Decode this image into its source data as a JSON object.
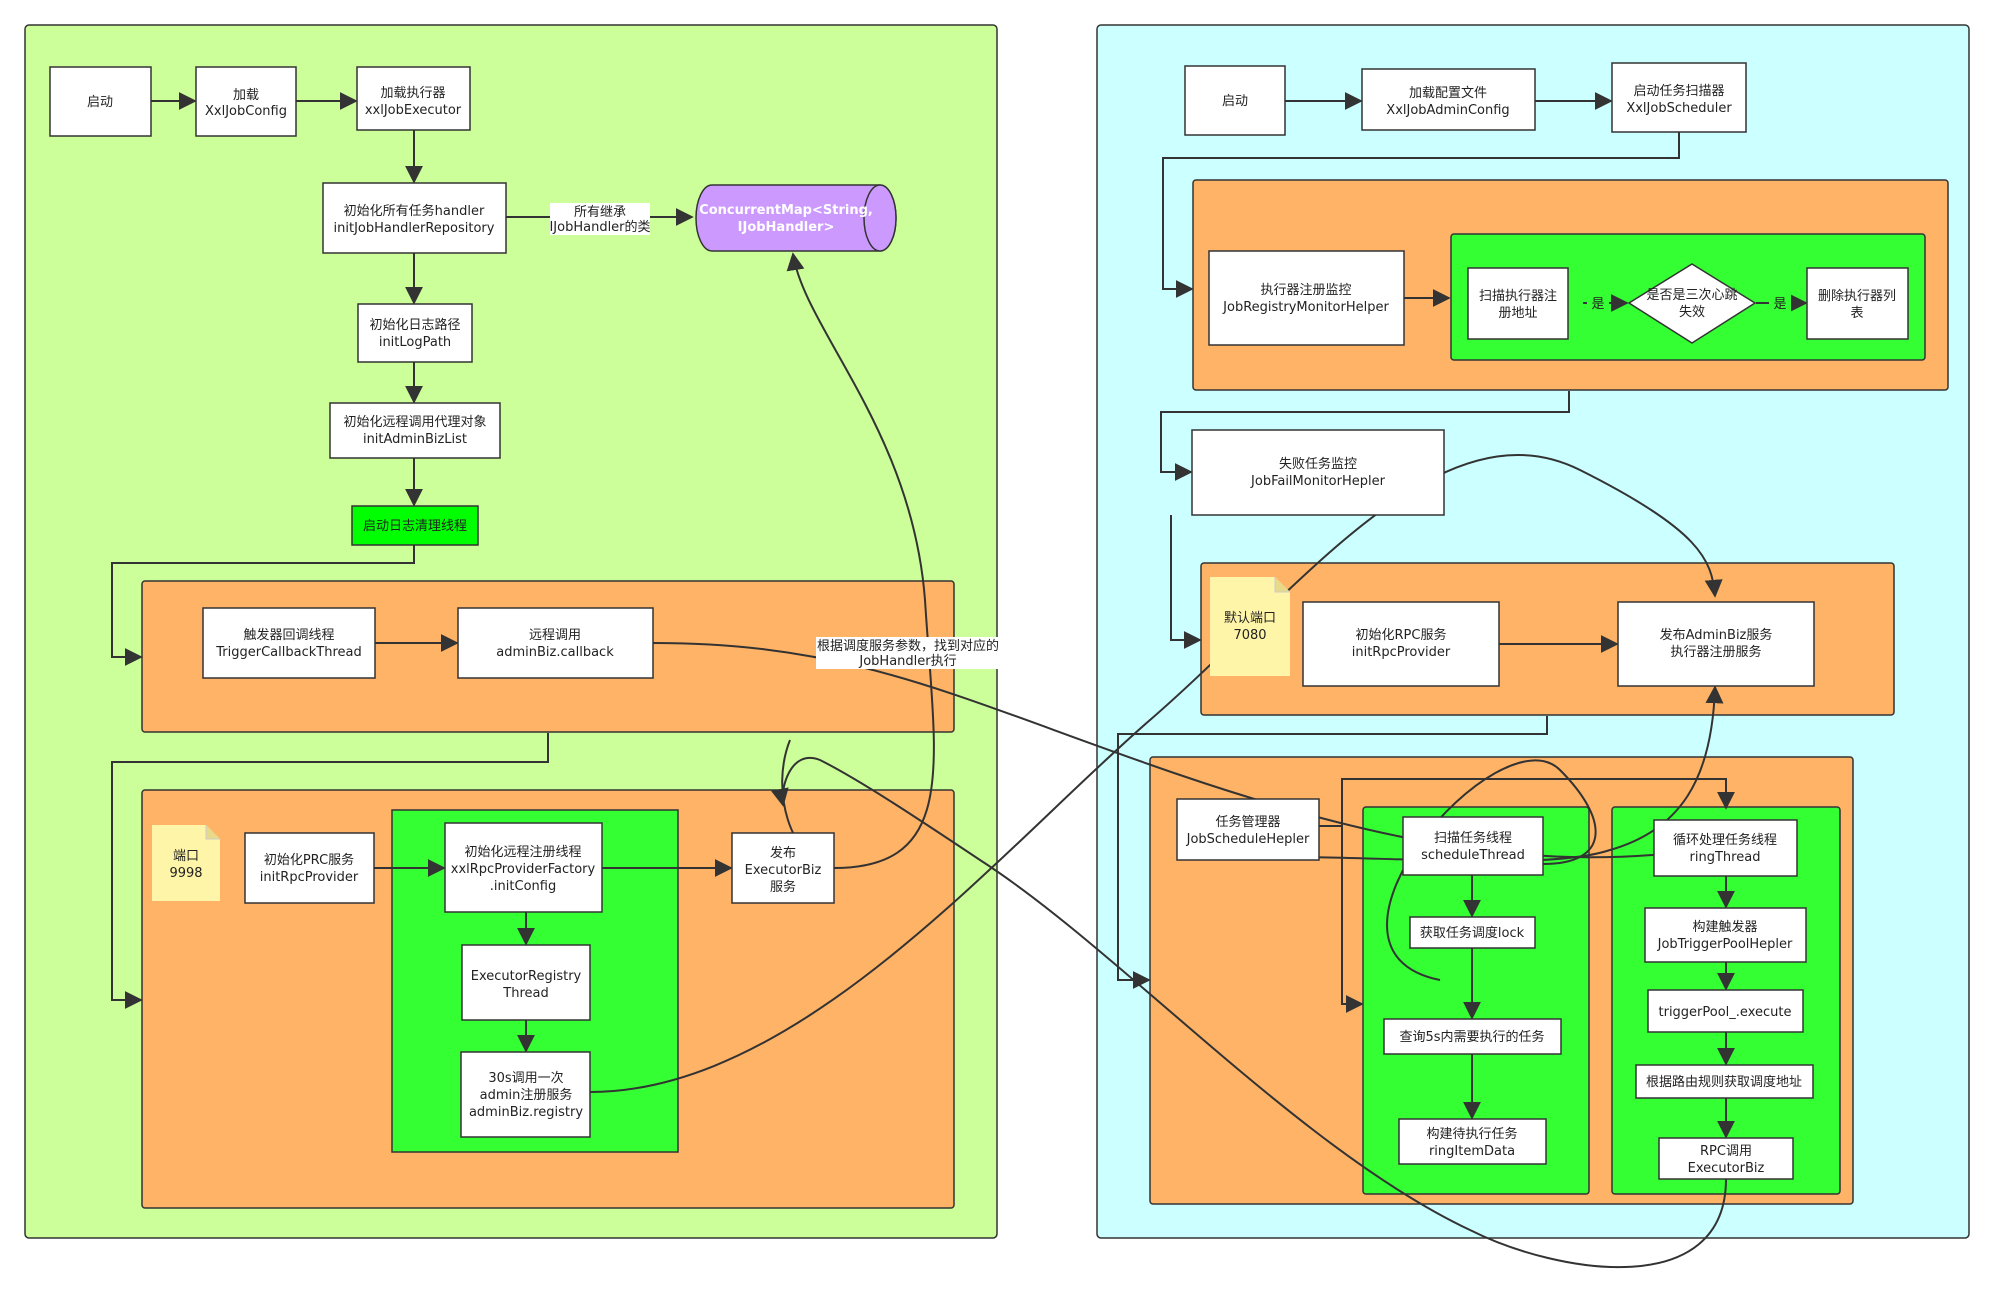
{
  "colors": {
    "executor_panel": "#ccff99",
    "admin_panel": "#ccffff",
    "orange_group": "#ffb366",
    "green_group": "#33ff33",
    "bright_green_box": "#00ff00",
    "note": "#fff5a8",
    "map_cylinder": "#cc99ff"
  },
  "executor": {
    "start": "启动",
    "load_config": [
      "加载",
      "XxlJobConfig"
    ],
    "load_executor": [
      "加载执行器",
      "xxlJobExecutor"
    ],
    "init_handlers": [
      "初始化所有任务handler",
      "initJobHandlerRepository"
    ],
    "handler_edge_label": [
      "所有继承",
      "IJobHandler的类"
    ],
    "concurrent_map": [
      "ConcurrentMap<String,",
      "IJobHandler>"
    ],
    "init_log_path": [
      "初始化日志路径",
      "initLogPath"
    ],
    "init_admin_biz": [
      "初始化远程调用代理对象",
      "initAdminBizList"
    ],
    "start_log_clean": "启动日志清理线程",
    "trigger_callback": [
      "触发器回调线程",
      "TriggerCallbackThread"
    ],
    "remote_callback": [
      "远程调用",
      "adminBiz.callback"
    ],
    "rpc_edge_label": [
      "根据调度服务参数，找到对应的",
      "JobHandler执行"
    ],
    "port_note": [
      "端口",
      "9998"
    ],
    "init_rpc": [
      "初始化PRC服务",
      "initRpcProvider"
    ],
    "init_registry": [
      "初始化远程注册线程",
      "xxlRpcProviderFactory",
      ".initConfig"
    ],
    "publish_executor": [
      "发布",
      "ExecutorBiz",
      "服务"
    ],
    "registry_thread": [
      "ExecutorRegistry",
      "Thread"
    ],
    "registry_30s": [
      "30s调用一次",
      "admin注册服务",
      "adminBiz.registry"
    ]
  },
  "admin": {
    "start": "启动",
    "load_admin_config": [
      "加载配置文件",
      "XxlJobAdminConfig"
    ],
    "start_scheduler": [
      "启动任务扫描器",
      "XxlJobScheduler"
    ],
    "registry_monitor": [
      "执行器注册监控",
      "JobRegistryMonitorHelper"
    ],
    "scan_registry": [
      "扫描执行器注",
      "册地址"
    ],
    "yes1": "是",
    "heartbeat_fail": [
      "是否是三次心跳",
      "失效"
    ],
    "yes2": "是",
    "delete_executor": [
      "删除执行器列",
      "表"
    ],
    "fail_monitor": [
      "失败任务监控",
      "JobFailMonitorHepler"
    ],
    "port_note": [
      "默认端口",
      "7080"
    ],
    "init_rpc": [
      "初始化RPC服务",
      "initRpcProvider"
    ],
    "publish_admin": [
      "发布AdminBiz服务",
      "执行器注册服务"
    ],
    "schedule_manager": [
      "任务管理器",
      "JobScheduleHepler"
    ],
    "scan_thread": [
      "扫描任务线程",
      "scheduleThread"
    ],
    "get_lock": "获取任务调度lock",
    "query_5s": "查询5s内需要执行的任务",
    "build_ring": [
      "构建待执行任务",
      "ringItemData"
    ],
    "ring_thread": [
      "循环处理任务线程",
      "ringThread"
    ],
    "build_trigger": [
      "构建触发器",
      "JobTriggerPoolHepler"
    ],
    "trigger_execute": "triggerPool_.execute",
    "route_address": "根据路由规则获取调度地址",
    "rpc_call": [
      "RPC调用",
      "ExecutorBiz"
    ]
  }
}
